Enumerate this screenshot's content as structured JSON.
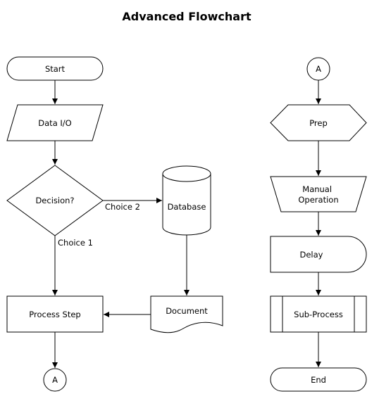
{
  "title": "Advanced Flowchart",
  "nodes": {
    "start": "Start",
    "data_io": "Data I/O",
    "decision": "Decision?",
    "database": "Database",
    "process_step": "Process Step",
    "document": "Document",
    "connector_bottom": "A",
    "connector_top": "A",
    "prep": "Prep",
    "manual_operation": [
      "Manual",
      "Operation"
    ],
    "delay": "Delay",
    "sub_process": "Sub-Process",
    "end": "End"
  },
  "edge_labels": {
    "choice_1": "Choice 1",
    "choice_2": "Choice 2"
  }
}
